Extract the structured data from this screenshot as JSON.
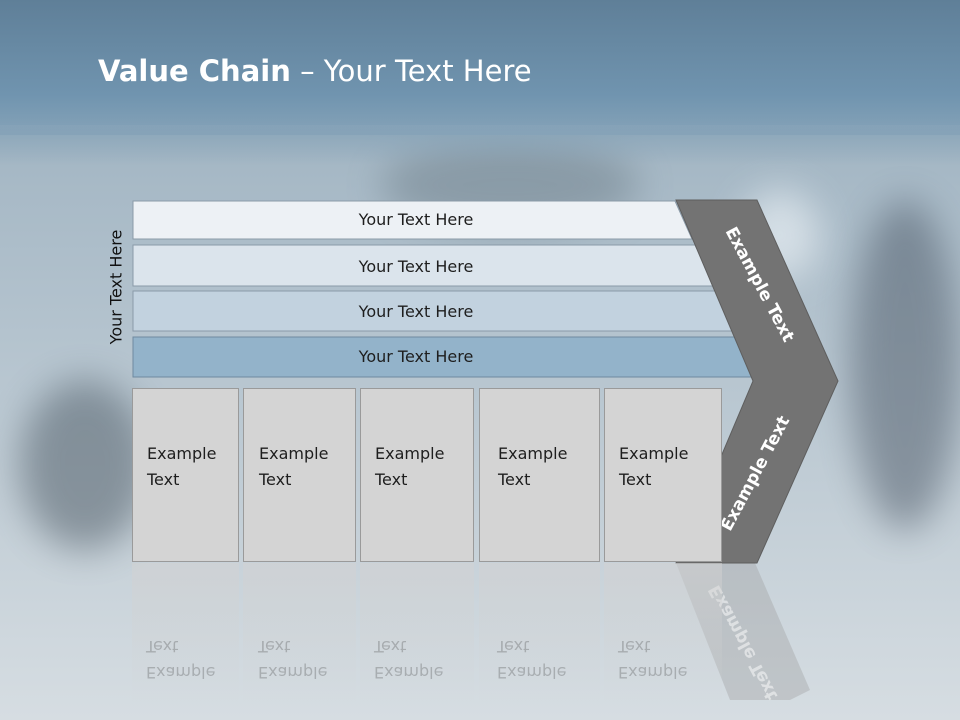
{
  "title": {
    "bold": "Value Chain",
    "rest": " – Your Text Here"
  },
  "side_label": "Your Text Here",
  "bands": [
    {
      "label": "Your Text Here",
      "color": "#edf1f5"
    },
    {
      "label": "Your Text Here",
      "color": "#dbe4ec"
    },
    {
      "label": "Your Text Here",
      "color": "#c2d2df"
    },
    {
      "label": "Your Text Here",
      "color": "#93b3ca"
    }
  ],
  "boxes": [
    {
      "line1": "Example",
      "line2": "Text"
    },
    {
      "line1": "Example",
      "line2": "Text"
    },
    {
      "line1": "Example",
      "line2": "Text"
    },
    {
      "line1": "Example",
      "line2": "Text"
    },
    {
      "line1": "Example",
      "line2": "Text"
    }
  ],
  "chevron": {
    "upper_label": "Example Text",
    "lower_label": "Example Text",
    "color": "#737373"
  },
  "colors": {
    "header": "#6a8ba5",
    "box_fill": "#d4d4d4"
  }
}
